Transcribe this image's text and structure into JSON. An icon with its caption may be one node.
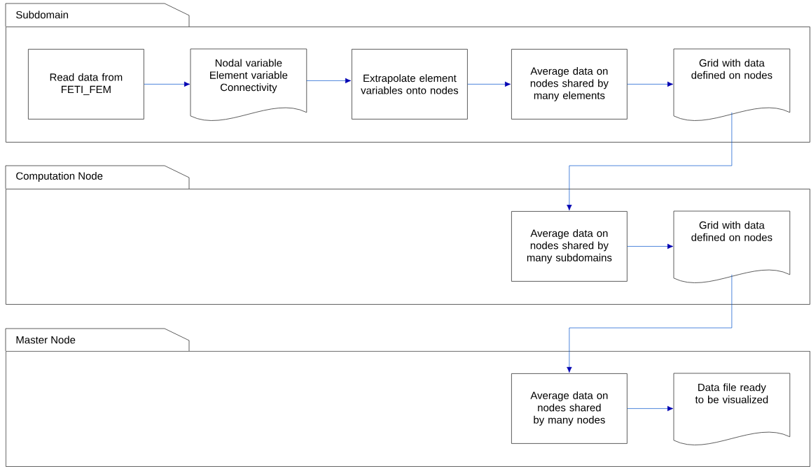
{
  "diagram": {
    "nodes": [
      {
        "text": [
          "Subdomain"
        ]
      },
      {
        "text": [
          "Read data from FETI_FEM"
        ],
        "in": 0
      },
      {
        "text": [
          "Nodal variable Element variable Connectivity"
        ],
        "in": 0
      },
      {
        "text": [
          "Extrapolate element variables onto nodes"
        ],
        "in": 0
      },
      {
        "text": [
          "Average data on nodes shared by many elements"
        ],
        "in": 0
      },
      {
        "text": [
          "Grid with data defined on nodes"
        ],
        "in": 0
      },
      {
        "text": [
          "Computation Node"
        ]
      },
      {
        "text": [
          "Average data on nodes shared by many subdomains"
        ],
        "in": 6
      },
      {
        "text": [
          "Grid with data defined on nodes"
        ],
        "in": 6
      },
      {
        "text": [
          "Master Node"
        ]
      },
      {
        "text": [
          "Average data on nodes shared by many nodes"
        ],
        "in": 9
      },
      {
        "text": [
          "Data file ready to be visualized"
        ],
        "in": 9
      }
    ],
    "edges": [
      {
        "from": 1,
        "to": 2,
        "arrow": "to"
      },
      {
        "from": 2,
        "to": 3,
        "arrow": "to"
      },
      {
        "from": 3,
        "to": 4,
        "arrow": "to"
      },
      {
        "from": 4,
        "to": 5,
        "arrow": "to"
      },
      {
        "from": 5,
        "to": 7,
        "arrow": "to"
      },
      {
        "from": 7,
        "to": 8,
        "arrow": "to"
      },
      {
        "from": 8,
        "to": 10,
        "arrow": "to"
      },
      {
        "from": 10,
        "to": 11,
        "arrow": "to"
      }
    ]
  }
}
